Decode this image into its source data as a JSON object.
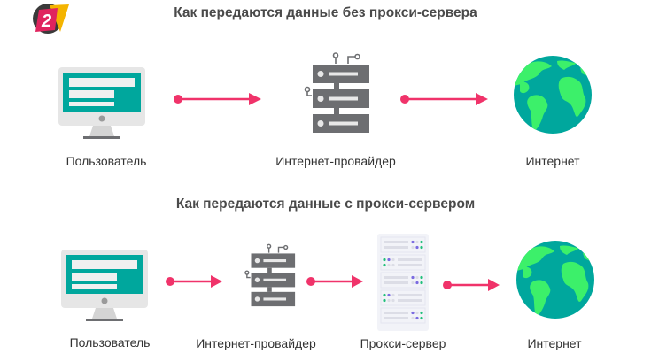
{
  "logo": {
    "text": "2",
    "colors": {
      "circle": "#3a3a3a",
      "square": "#e0245e",
      "triangle": "#f4b400"
    }
  },
  "diagram_without_proxy": {
    "title": "Как передаются данные без прокси-сервера",
    "nodes": [
      {
        "label": "Пользователь",
        "icon": "computer-monitor-icon"
      },
      {
        "label": "Интернет-провайдер",
        "icon": "server-rack-icon"
      },
      {
        "label": "Интернет",
        "icon": "globe-icon"
      }
    ]
  },
  "diagram_with_proxy": {
    "title": "Как передаются данные с прокси-сервером",
    "nodes": [
      {
        "label": "Пользователь",
        "icon": "computer-monitor-icon"
      },
      {
        "label": "Интернет-провайдер",
        "icon": "server-rack-icon"
      },
      {
        "label": "Прокси-сервер",
        "icon": "proxy-server-icon"
      },
      {
        "label": "Интернет",
        "icon": "globe-icon"
      }
    ]
  },
  "colors": {
    "arrow": "#f0336a",
    "teal": "#00a79d",
    "land": "#3cf06a",
    "server": "#6d6e71",
    "monitor_frame": "#e6e6e6"
  }
}
